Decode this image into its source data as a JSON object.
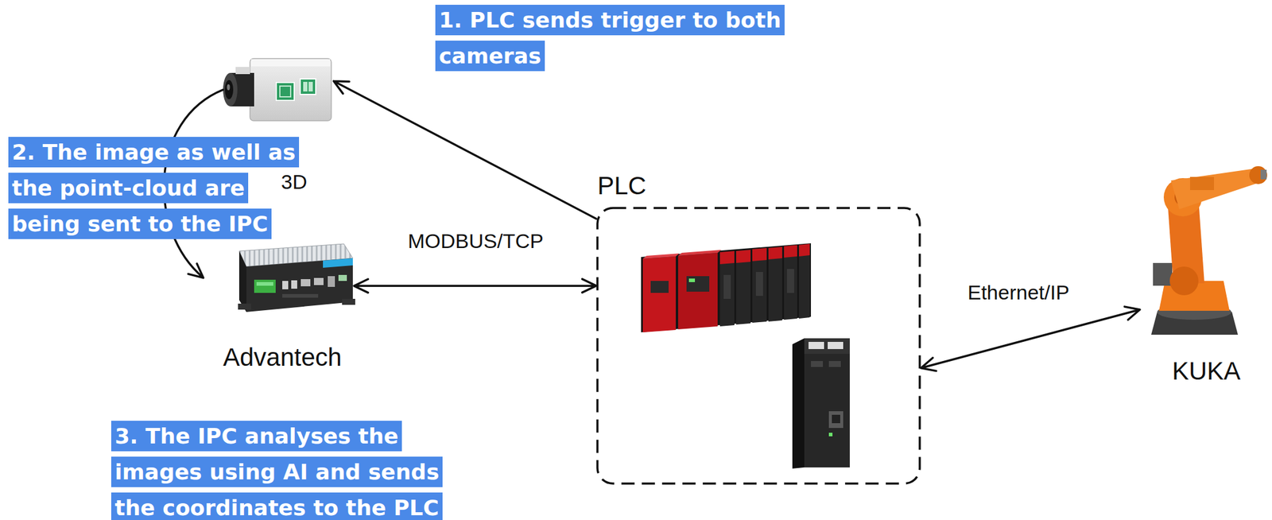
{
  "diagram": {
    "nodes": [
      {
        "text": [
          "3D"
        ]
      },
      {
        "text": [
          "Advantech"
        ]
      },
      {
        "text": [
          "PLC"
        ]
      },
      {
        "text": [
          "KUKA"
        ]
      }
    ],
    "edges": [
      {
        "from": 2,
        "to": 0,
        "arrow": "to"
      },
      {
        "from": 0,
        "to": 1,
        "arrow": "to"
      },
      {
        "from": 1,
        "to": 2,
        "label": "MODBUS/TCP",
        "arrow": "both"
      },
      {
        "from": 2,
        "to": 3,
        "label": "Ethernet/IP",
        "arrow": "both"
      }
    ],
    "labels": [
      "1. PLC sends trigger to both cameras",
      "2. The image as well as the point-cloud are being sent to the IPC",
      "3. The IPC analyses the images using AI and sends the coordinates to the PLC"
    ]
  }
}
